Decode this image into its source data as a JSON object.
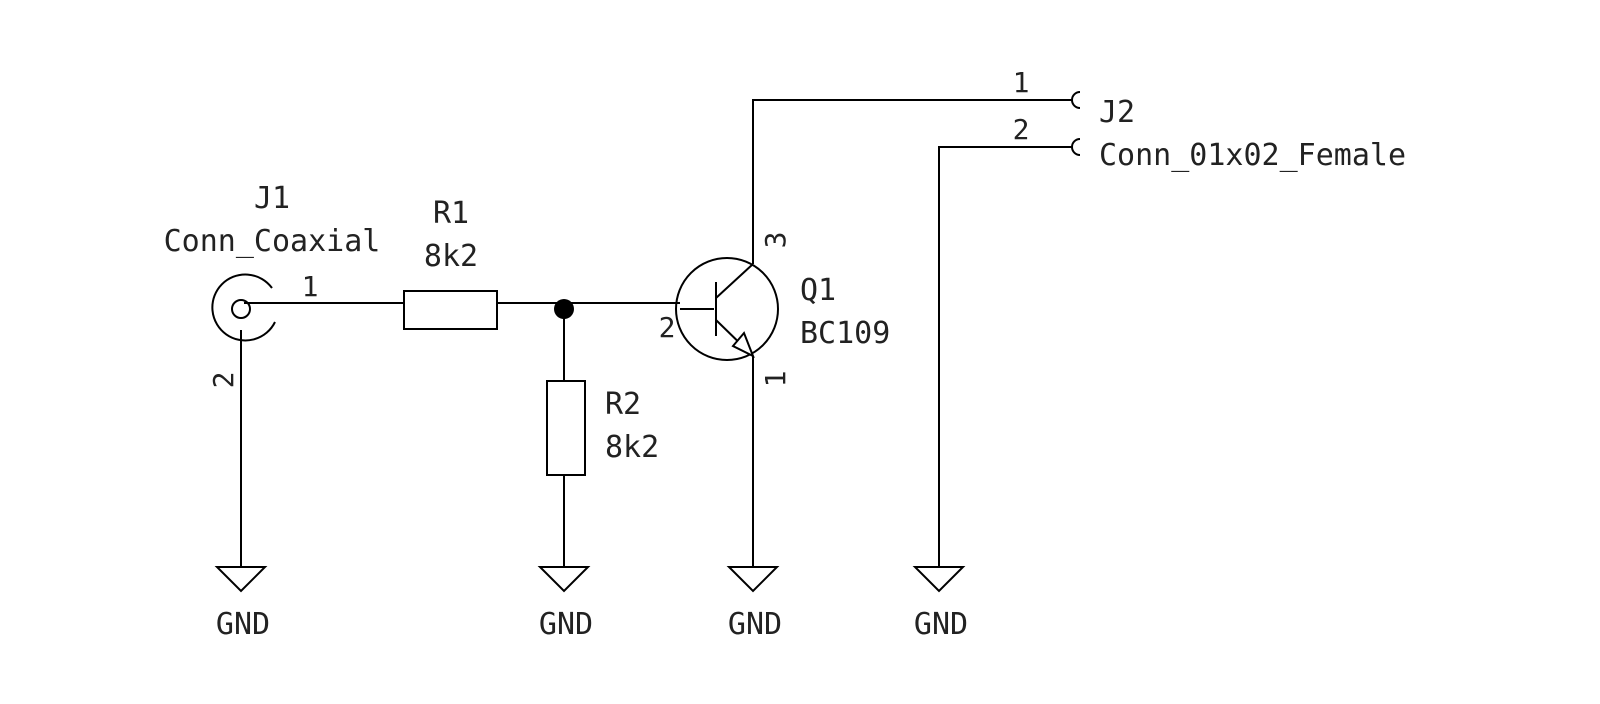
{
  "components": {
    "j1": {
      "ref": "J1",
      "value": "Conn_Coaxial",
      "pin1": "1",
      "pin2": "2"
    },
    "r1": {
      "ref": "R1",
      "value": "8k2"
    },
    "r2": {
      "ref": "R2",
      "value": "8k2"
    },
    "q1": {
      "ref": "Q1",
      "value": "BC109",
      "pin_base": "2",
      "pin_collector": "3",
      "pin_emitter": "1"
    },
    "j2": {
      "ref": "J2",
      "value": "Conn_01x02_Female",
      "pin1": "1",
      "pin2": "2"
    }
  },
  "power": {
    "gnd_j1": "GND",
    "gnd_r2": "GND",
    "gnd_q1": "GND",
    "gnd_j2": "GND"
  }
}
